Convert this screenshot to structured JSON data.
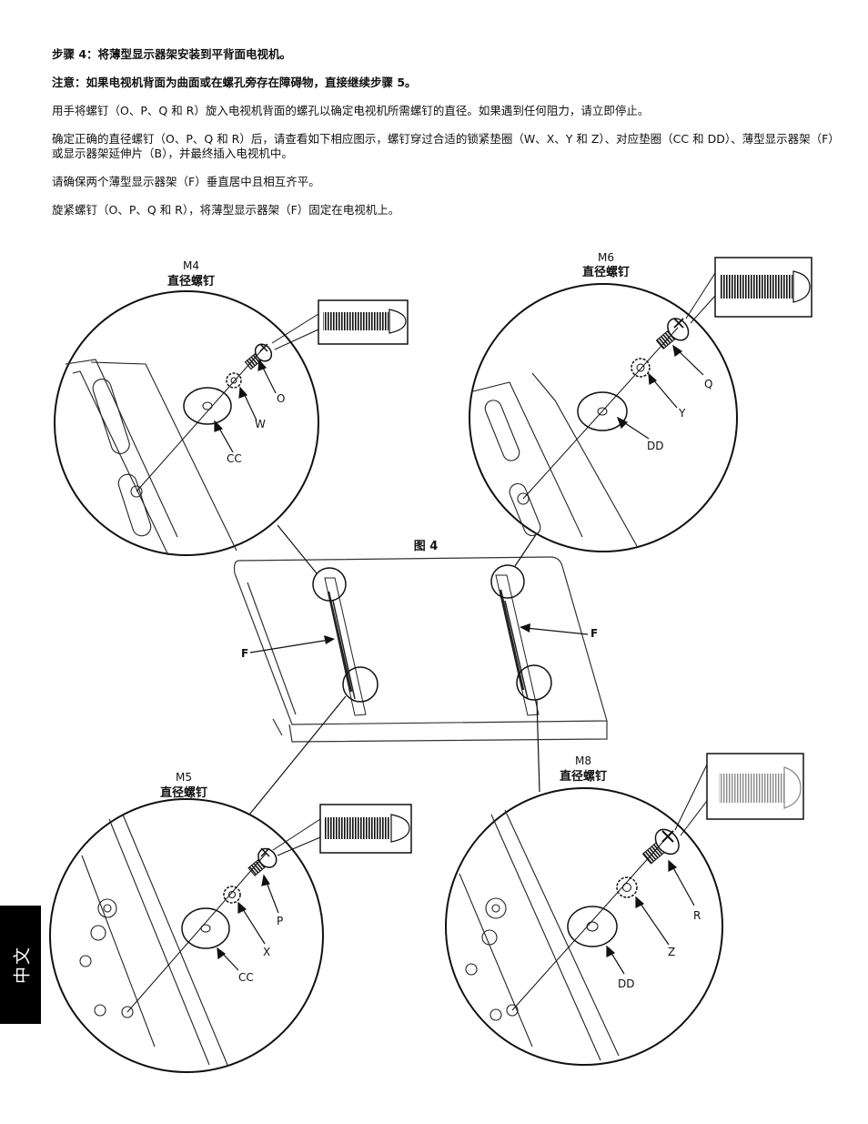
{
  "step_heading": "步骤 4：将薄型显示器架安装到平背面电视机。",
  "note": "注意：如果电视机背面为曲面或在螺孔旁存在障碍物，直接继续步骤 5。",
  "paragraphs": [
    "用手将螺钉（O、P、Q 和 R）旋入电视机背面的螺孔以确定电视机所需螺钉的直径。如果遇到任何阻力，请立即停止。",
    "确定正确的直径螺钉（O、P、Q 和 R）后，请查看如下相应图示，螺钉穿过合适的锁紧垫圈（W、X、Y 和 Z）、对应垫圈（CC 和 DD）、薄型显示器架（F）或显示器架延伸片（B），并最终插入电视机中。",
    "请确保两个薄型显示器架（F）垂直居中且相互齐平。",
    "旋紧螺钉（O、P、Q 和 R），将薄型显示器架（F）固定在电视机上。"
  ],
  "figure": {
    "title": "图 4",
    "callout_m4": {
      "size": "M4",
      "label": "直径螺钉"
    },
    "callout_m6": {
      "size": "M6",
      "label": "直径螺钉"
    },
    "callout_m5": {
      "size": "M5",
      "label": "直径螺钉"
    },
    "callout_m8": {
      "size": "M8",
      "label": "直径螺钉"
    },
    "parts": {
      "o": "O",
      "w": "W",
      "cc_top": "CC",
      "q": "Q",
      "y": "Y",
      "dd_top": "DD",
      "p": "P",
      "x": "X",
      "cc_bottom": "CC",
      "r": "R",
      "z": "Z",
      "dd_bottom": "DD",
      "f_left": "F",
      "f_right": "F"
    }
  },
  "language_tab": "中文"
}
